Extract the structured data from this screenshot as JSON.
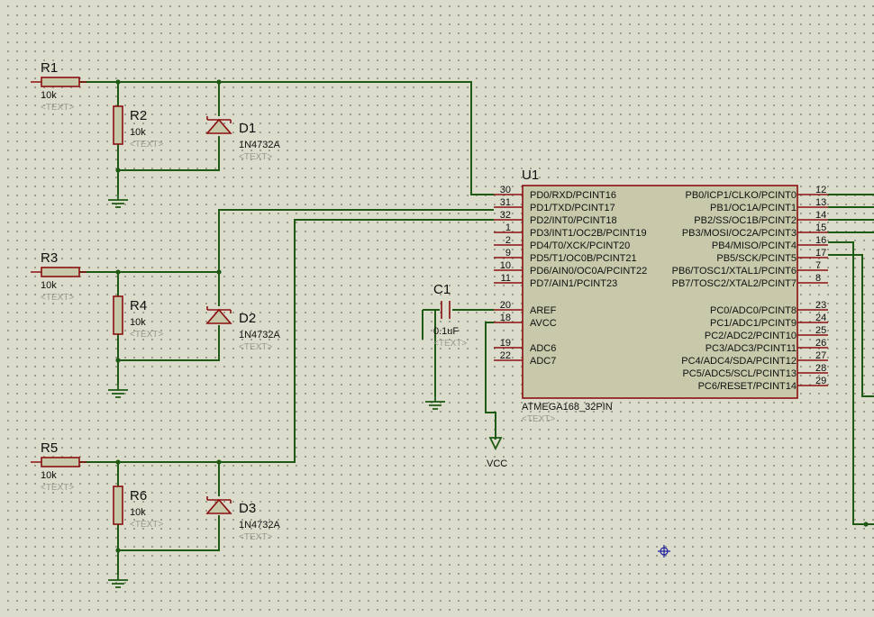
{
  "components": {
    "R1": {
      "ref": "R1",
      "value": "10k",
      "text": "<TEXT>"
    },
    "R2": {
      "ref": "R2",
      "value": "10k",
      "text": "<TEXT>"
    },
    "R3": {
      "ref": "R3",
      "value": "10k",
      "text": "<TEXT>"
    },
    "R4": {
      "ref": "R4",
      "value": "10k",
      "text": "<TEXT>"
    },
    "R5": {
      "ref": "R5",
      "value": "10k",
      "text": "<TEXT>"
    },
    "R6": {
      "ref": "R6",
      "value": "10k",
      "text": "<TEXT>"
    },
    "D1": {
      "ref": "D1",
      "value": "1N4732A",
      "text": "<TEXT>"
    },
    "D2": {
      "ref": "D2",
      "value": "1N4732A",
      "text": "<TEXT>"
    },
    "D3": {
      "ref": "D3",
      "value": "1N4732A",
      "text": "<TEXT>"
    },
    "C1": {
      "ref": "C1",
      "value": "0.1uF",
      "text": "<TEXT>"
    }
  },
  "u1": {
    "ref": "U1",
    "part": "ATMEGA168_32PIN",
    "text": "<TEXT>",
    "left_pins": [
      {
        "num": "30",
        "name": "PD0/RXD/PCINT16"
      },
      {
        "num": "31",
        "name": "PD1/TXD/PCINT17"
      },
      {
        "num": "32",
        "name": "PD2/INT0/PCINT18"
      },
      {
        "num": "1",
        "name": "PD3/INT1/OC2B/PCINT19"
      },
      {
        "num": "2",
        "name": "PD4/T0/XCK/PCINT20"
      },
      {
        "num": "9",
        "name": "PD5/T1/OC0B/PCINT21"
      },
      {
        "num": "10",
        "name": "PD6/AIN0/OC0A/PCINT22"
      },
      {
        "num": "11",
        "name": "PD7/AIN1/PCINT23"
      },
      {
        "num": "20",
        "name": "AREF"
      },
      {
        "num": "18",
        "name": "AVCC"
      },
      {
        "num": "19",
        "name": "ADC6"
      },
      {
        "num": "22",
        "name": "ADC7"
      }
    ],
    "right_pins": [
      {
        "num": "12",
        "name": "PB0/ICP1/CLKO/PCINT0"
      },
      {
        "num": "13",
        "name": "PB1/OC1A/PCINT1"
      },
      {
        "num": "14",
        "name": "PB2/SS/OC1B/PCINT2"
      },
      {
        "num": "15",
        "name": "PB3/MOSI/OC2A/PCINT3"
      },
      {
        "num": "16",
        "name": "PB4/MISO/PCINT4"
      },
      {
        "num": "17",
        "name": "PB5/SCK/PCINT5"
      },
      {
        "num": "7",
        "name": "PB6/TOSC1/XTAL1/PCINT6"
      },
      {
        "num": "8",
        "name": "PB7/TOSC2/XTAL2/PCINT7"
      },
      {
        "num": "23",
        "name": "PC0/ADC0/PCINT8"
      },
      {
        "num": "24",
        "name": "PC1/ADC1/PCINT9"
      },
      {
        "num": "25",
        "name": "PC2/ADC2/PCINT10"
      },
      {
        "num": "26",
        "name": "PC3/ADC3/PCINT11"
      },
      {
        "num": "27",
        "name": "PC4/ADC4/SDA/PCINT12"
      },
      {
        "num": "28",
        "name": "PC5/ADC5/SCL/PCINT13"
      },
      {
        "num": "29",
        "name": "PC6/RESET/PCINT14"
      }
    ]
  },
  "vcc_label": "VCC",
  "colors": {
    "background": "#dcdccc",
    "wire": "#1e5a14",
    "component_outline": "#8a1010",
    "component_fill": "#c8c8aa",
    "placeholder_text": "#9a9a8c"
  }
}
